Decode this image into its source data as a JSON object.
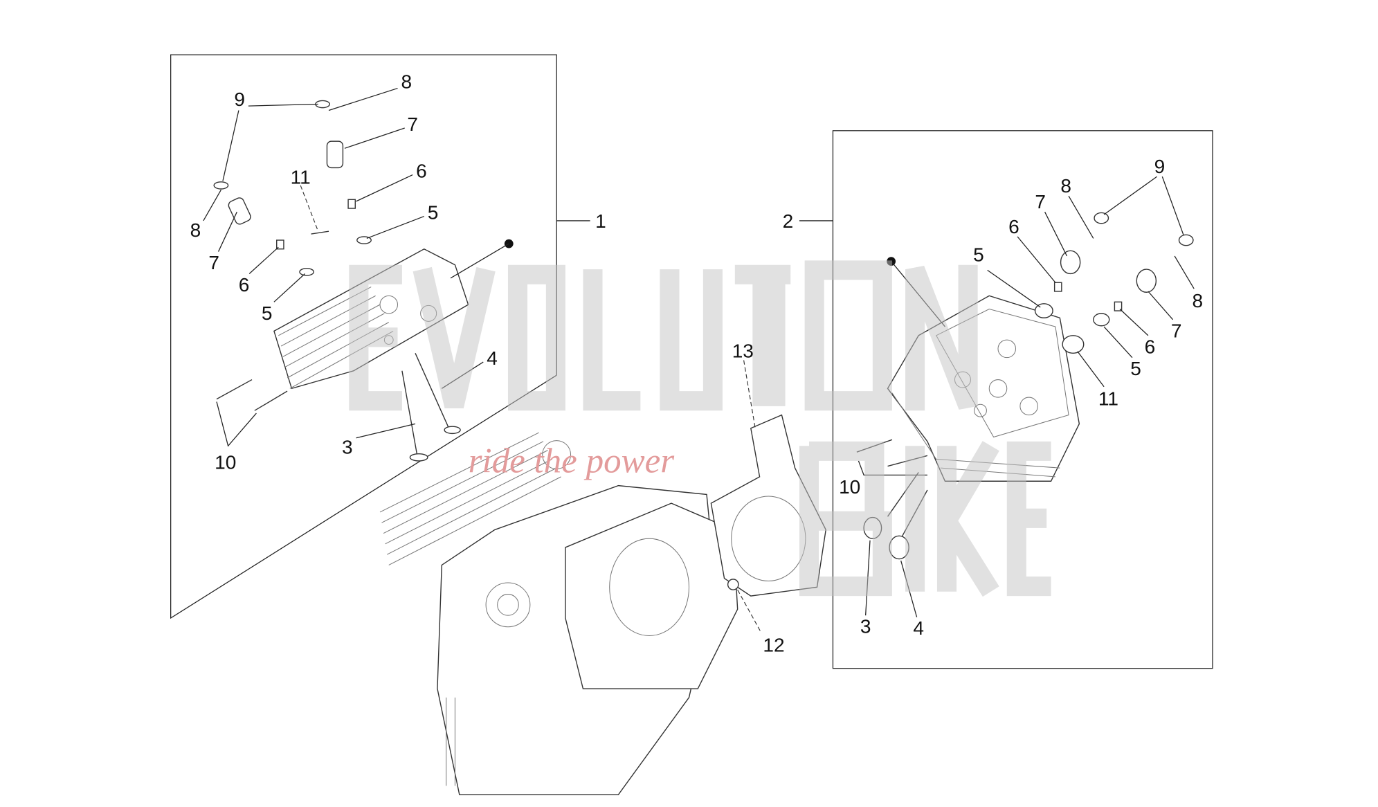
{
  "watermark": {
    "line1": "EVOLUTION",
    "line2": "BIKE",
    "tagline": "ride the power"
  },
  "callouts": {
    "group_left": "1",
    "group_right": "2",
    "left": [
      "9",
      "8",
      "7",
      "11",
      "6",
      "5",
      "8",
      "7",
      "6",
      "5",
      "4",
      "3",
      "10"
    ],
    "middle": [
      "13",
      "12"
    ],
    "right": [
      "9",
      "8",
      "7",
      "6",
      "5",
      "8",
      "7",
      "6",
      "5",
      "11",
      "10",
      "3",
      "4"
    ]
  }
}
